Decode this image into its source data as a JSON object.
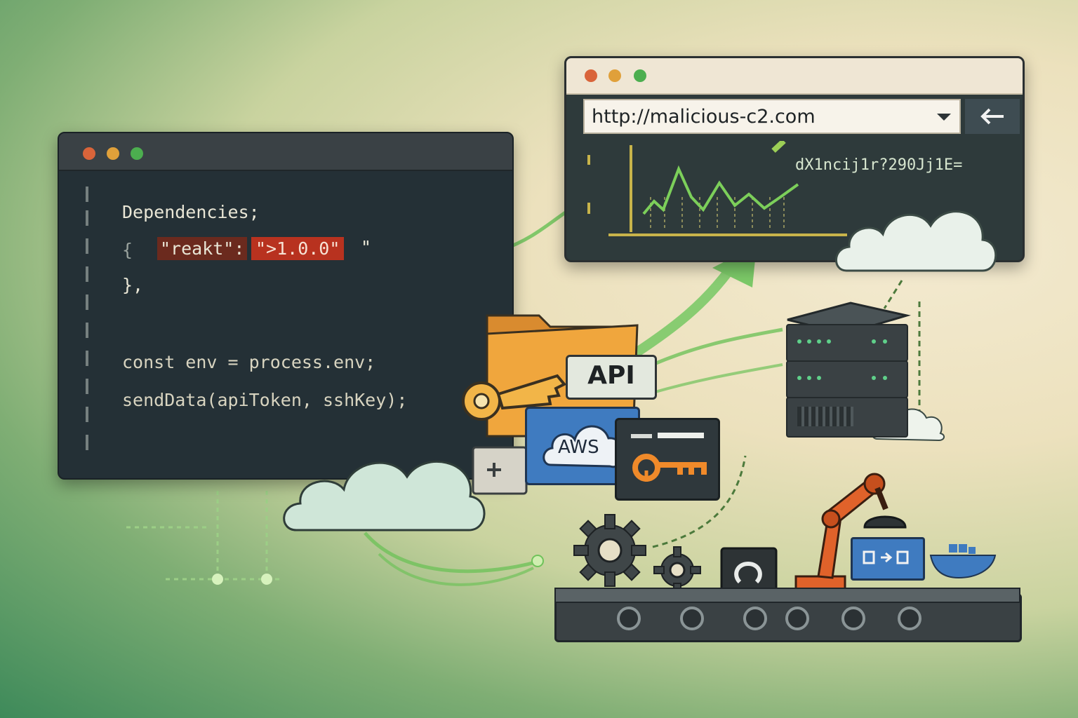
{
  "editor": {
    "line1": "Dependencies;",
    "line2_brace": "{",
    "line2_key": "\"reakt\":",
    "line2_value": "\">1.0.0\"",
    "line2_end": "\"",
    "line3": "},",
    "line4": "const env = process.env;",
    "line5": "sendData(apiToken, sshKey);"
  },
  "browser": {
    "url": "http://malicious-c2.com",
    "dropdown_icon": "chevron-down-icon",
    "back_icon": "arrow-left-icon",
    "encoded_text": "dX1ncij1r?290Jj1E="
  },
  "cards": {
    "api_label": "API",
    "aws_label": "AWS"
  },
  "colors": {
    "window_dot_red": "#d9643a",
    "window_dot_yellow": "#e0a03a",
    "window_dot_green": "#4cae4f",
    "highlight_red": "#b8321f",
    "path_green": "#6fc25a",
    "robot_orange": "#e0622a",
    "folder_orange": "#f0a63d"
  }
}
